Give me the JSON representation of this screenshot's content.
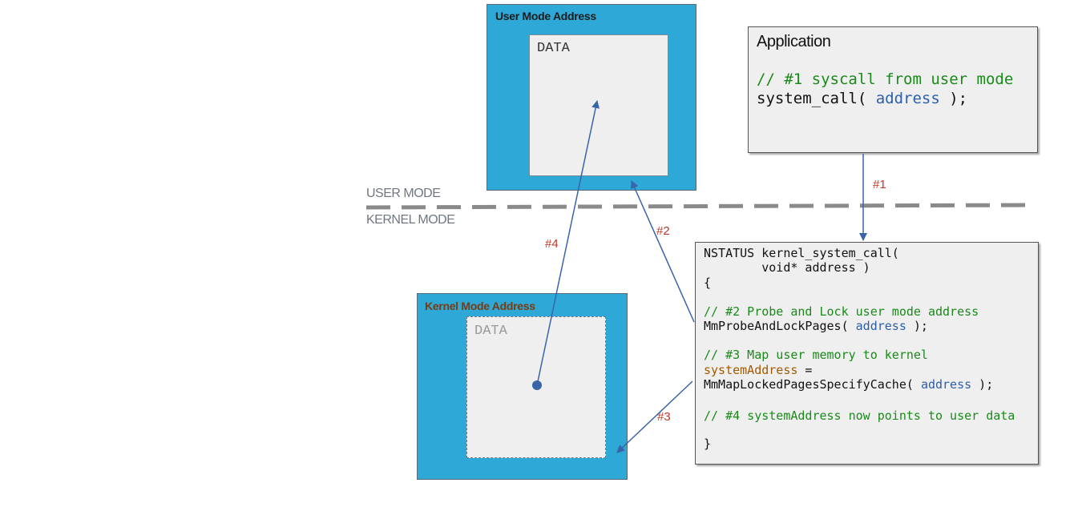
{
  "user_box": {
    "title": "User Mode Address",
    "data": "DATA"
  },
  "kernel_box": {
    "title": "Kernel Mode Address",
    "data": "DATA"
  },
  "modes": {
    "user": "USER MODE",
    "kernel": "KERNEL MODE"
  },
  "application": {
    "title": "Application",
    "comment": "// #1 syscall from user mode",
    "call_fn": "system_call( ",
    "call_arg": "address",
    "call_end": " );"
  },
  "kernel_code": {
    "sig1": "NSTATUS kernel_system_call(",
    "sig2": "        void* address )",
    "open": "{",
    "c2": "// #2 Probe and Lock user mode address",
    "l2_fn": "MmProbeAndLockPages( ",
    "l2_arg": "address",
    "l2_end": " );",
    "c3": "// #3 Map user memory to kernel",
    "l3a_var": "systemAddress",
    "l3a_eq": " =",
    "l3b_fn": "MmMapLockedPagesSpecifyCache( ",
    "l3b_arg": "address",
    "l3b_end": " );",
    "c4": "// #4 systemAddress now points to user data",
    "close": "}"
  },
  "steps": {
    "s1": "#1",
    "s2": "#2",
    "s3": "#3",
    "s4": "#4"
  },
  "colors": {
    "blue_box": "#2ea8d6",
    "arrow": "#3a64a8",
    "step_label": "#c0392b",
    "comment": "#1a8a1a",
    "identifier": "#2b5fa8",
    "variable": "#a35a00",
    "kernel_title": "#7a3b10"
  }
}
